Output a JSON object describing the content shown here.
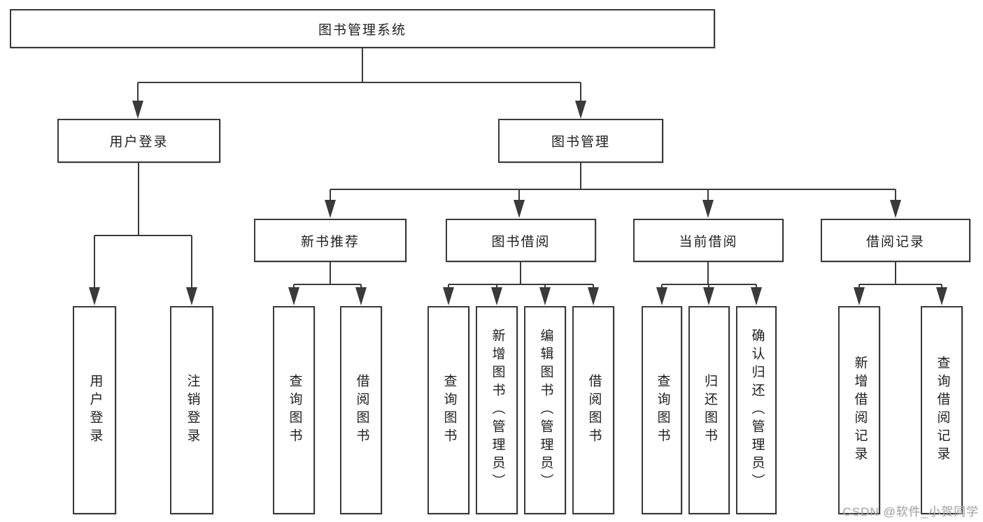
{
  "diagram": {
    "title": "图书管理系统",
    "colors": {
      "line": "#3a3a3a",
      "box_border": "#3a3a3a",
      "box_bg": "#ffffff",
      "text": "#1f1f1f",
      "watermark": "#a9a9a9"
    },
    "root": {
      "label": "图书管理系统"
    },
    "level1": [
      {
        "id": "user-login",
        "label": "用户登录"
      },
      {
        "id": "book-mgmt",
        "label": "图书管理"
      }
    ],
    "level2": [
      {
        "id": "new-book-recommend",
        "label": "新书推荐",
        "parent": "book-mgmt"
      },
      {
        "id": "book-borrow",
        "label": "图书借阅",
        "parent": "book-mgmt"
      },
      {
        "id": "current-borrow",
        "label": "当前借阅",
        "parent": "book-mgmt"
      },
      {
        "id": "borrow-record",
        "label": "借阅记录",
        "parent": "book-mgmt"
      }
    ],
    "leaves": [
      {
        "id": "login",
        "label": "用户登录",
        "parent": "user-login"
      },
      {
        "id": "logout",
        "label": "注销登录",
        "parent": "user-login"
      },
      {
        "id": "query-books-recommend",
        "label": "查询图书",
        "parent": "new-book-recommend"
      },
      {
        "id": "borrow-books-recommend",
        "label": "借阅图书",
        "parent": "new-book-recommend"
      },
      {
        "id": "query-books-borrow",
        "label": "查询图书",
        "parent": "book-borrow"
      },
      {
        "id": "add-books-admin",
        "label": "新增图书（管理员）",
        "parent": "book-borrow"
      },
      {
        "id": "edit-books-admin",
        "label": "编辑图书（管理员）",
        "parent": "book-borrow"
      },
      {
        "id": "borrow-books",
        "label": "借阅图书",
        "parent": "book-borrow"
      },
      {
        "id": "query-books-current",
        "label": "查询图书",
        "parent": "current-borrow"
      },
      {
        "id": "return-books",
        "label": "归还图书",
        "parent": "current-borrow"
      },
      {
        "id": "confirm-return-admin",
        "label": "确认归还（管理员）",
        "parent": "current-borrow"
      },
      {
        "id": "add-borrow-record",
        "label": "新增借阅记录",
        "parent": "borrow-record"
      },
      {
        "id": "query-borrow-record",
        "label": "查询借阅记录",
        "parent": "borrow-record"
      }
    ],
    "watermark": "CSDN @软件_小贺同学"
  }
}
